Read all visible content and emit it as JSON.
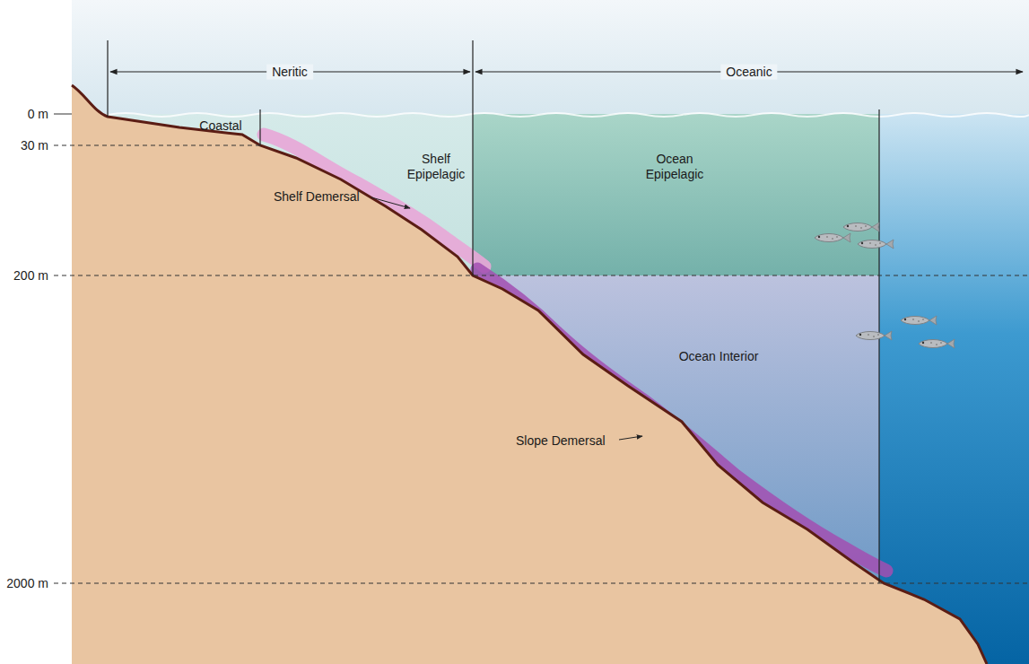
{
  "diagram": {
    "nodes": [
      {
        "text": [
          "Shelf Epipelagic"
        ]
      },
      {
        "text": [
          "Ocean Epipelagic"
        ]
      },
      {
        "text": [
          "Ocean Interior"
        ]
      }
    ],
    "labels": [
      "Neritic",
      "Oceanic",
      "0 m",
      "30 m",
      "200 m",
      "2000 m",
      "Coastal",
      "Shelf Demersal",
      "Slope Demersal"
    ]
  }
}
